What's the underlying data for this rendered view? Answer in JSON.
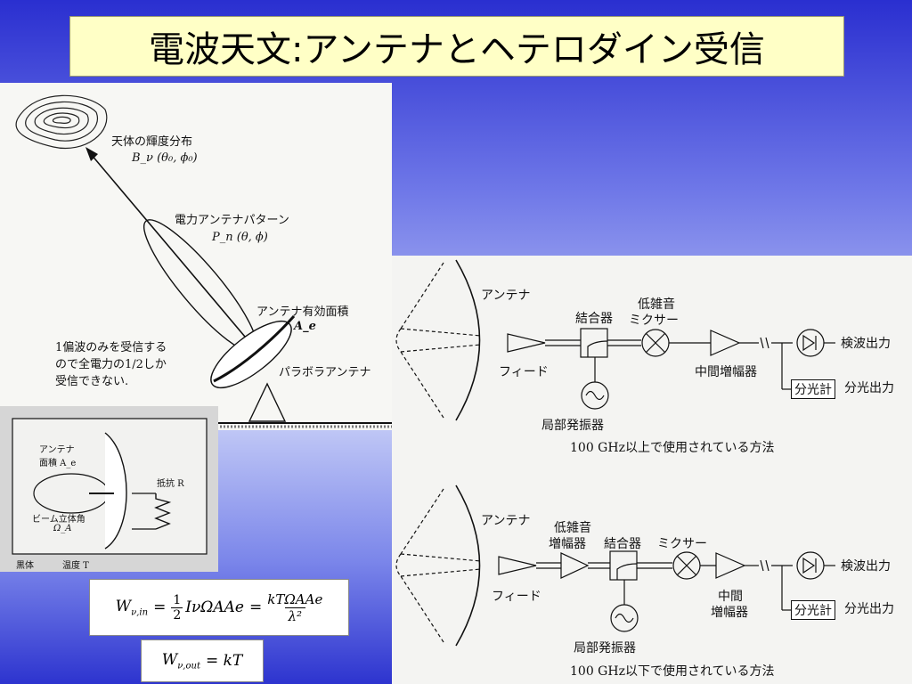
{
  "slide": {
    "title": "電波天文:アンテナとヘテロダイン受信"
  },
  "antenna_fig": {
    "brightness_label": "天体の輝度分布",
    "brightness_symbol": "B_ν (θ₀, ϕ₀)",
    "pattern_label": "電力アンテナパターン",
    "pattern_symbol": "P_n (θ, ϕ)",
    "area_label": "アンテナ有効面積",
    "area_symbol": "A_e",
    "note_1": "1偏波のみを受信する",
    "note_2": "ので全電力の1/2しか",
    "note_3": "受信できない.",
    "dish_label": "パラボラアンテナ"
  },
  "blackbody_fig": {
    "antenna_label": "アンテナ",
    "area_label": "面積 A_e",
    "beam_label": "ビーム立体角",
    "omega": "Ω_A",
    "resistor_label": "抵抗 R",
    "blackbody_label": "黒体",
    "temp_label": "温度 T"
  },
  "equations": {
    "win": "W_ν,in = ½ I_ν Ω_A A_e = kTΩ_A A_e / λ²",
    "win_lhs": "W",
    "win_lhs_sub": "ν,in",
    "win_eq1": "=",
    "win_half_num": "1",
    "win_half_den": "2",
    "win_mid": "IνΩAAe",
    "win_eq2": "=",
    "win_num": "kTΩAAe",
    "win_den": "λ²",
    "wout": "W_ν,out = kT",
    "wout_lhs": "W",
    "wout_lhs_sub": "ν,out",
    "wout_rhs": "= kT"
  },
  "receiver_top": {
    "antenna": "アンテナ",
    "combiner": "結合器",
    "lna_1": "低雑音",
    "mixer": "ミクサー",
    "feed": "フィード",
    "if_amp": "中間増幅器",
    "detector_out": "検波出力",
    "spectrometer": "分光計",
    "spectral_out": "分光出力",
    "lo": "局部発振器",
    "caption": "100 GHz以上で使用されている方法"
  },
  "receiver_bottom": {
    "antenna": "アンテナ",
    "lna_1": "低雑音",
    "lna_2": "増幅器",
    "combiner": "結合器",
    "mixer": "ミクサー",
    "feed": "フィード",
    "if_amp_1": "中間",
    "if_amp_2": "増幅器",
    "detector_out": "検波出力",
    "spectrometer": "分光計",
    "spectral_out": "分光出力",
    "lo": "局部発振器",
    "caption": "100 GHz以下で使用されている方法"
  }
}
